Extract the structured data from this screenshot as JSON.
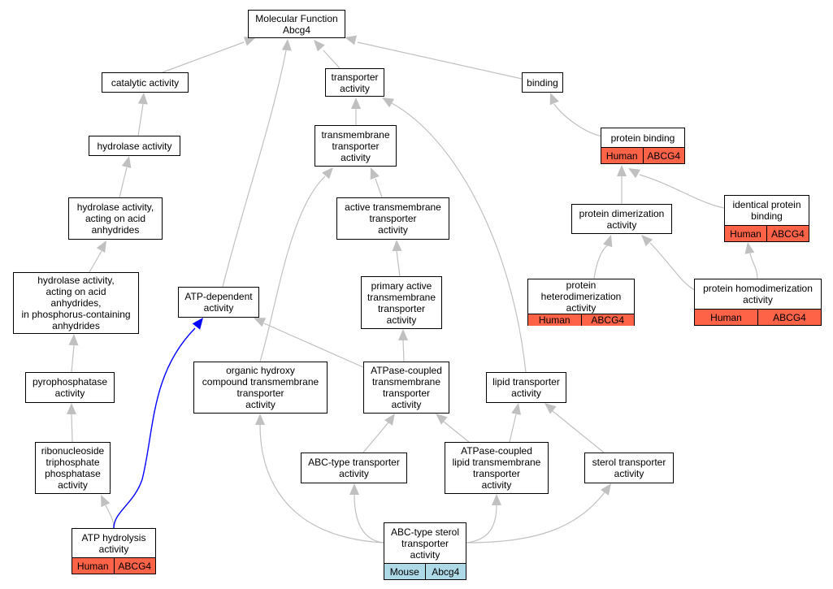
{
  "colors": {
    "edge": "#c0c0c0",
    "highlight_edge": "#0000ff",
    "human": "#ff6347",
    "mouse": "#add8e6"
  },
  "nodes": {
    "root": {
      "label": "Molecular Function\nAbcg4"
    },
    "catalytic": {
      "label": "catalytic activity"
    },
    "transporter": {
      "label": "transporter\nactivity"
    },
    "binding": {
      "label": "binding"
    },
    "hydrolase": {
      "label": "hydrolase activity"
    },
    "tm_transporter": {
      "label": "transmembrane\ntransporter\nactivity"
    },
    "protein_binding": {
      "label": "protein binding",
      "species": "Human",
      "gene": "ABCG4"
    },
    "hydrolase_acid": {
      "label": "hydrolase activity,\nacting on acid\nanhydrides"
    },
    "active_tm": {
      "label": "active transmembrane\ntransporter\nactivity"
    },
    "identical_binding": {
      "label": "identical protein\nbinding",
      "species": "Human",
      "gene": "ABCG4"
    },
    "dimerization": {
      "label": "protein dimerization\nactivity"
    },
    "hydrolase_phos": {
      "label": "hydrolase activity,\nacting on acid\nanhydrides,\nin phosphorus-containing\nanhydrides"
    },
    "primary_active": {
      "label": "primary active\ntransmembrane\ntransporter\nactivity"
    },
    "atp_dependent": {
      "label": "ATP-dependent\nactivity"
    },
    "heterodimer": {
      "label": "protein heterodimerization\nactivity",
      "species": "Human",
      "gene": "ABCG4"
    },
    "homodimer": {
      "label": "protein homodimerization\nactivity",
      "species": "Human",
      "gene": "ABCG4"
    },
    "pyrophosphatase": {
      "label": "pyrophosphatase\nactivity"
    },
    "organic_hydroxy": {
      "label": "organic hydroxy\ncompound transmembrane\ntransporter\nactivity"
    },
    "atpase_coupled": {
      "label": "ATPase-coupled\ntransmembrane\ntransporter\nactivity"
    },
    "lipid_transporter": {
      "label": "lipid transporter\nactivity"
    },
    "ribonucleoside": {
      "label": "ribonucleoside\ntriphosphate\nphosphatase\nactivity"
    },
    "abc_type": {
      "label": "ABC-type transporter\nactivity"
    },
    "atpase_lipid": {
      "label": "ATPase-coupled\nlipid transmembrane\ntransporter\nactivity"
    },
    "sterol_transporter": {
      "label": "sterol transporter\nactivity"
    },
    "atp_hydrolysis": {
      "label": "ATP hydrolysis\nactivity",
      "species": "Human",
      "gene": "ABCG4"
    },
    "abc_sterol": {
      "label": "ABC-type sterol\ntransporter\nactivity",
      "species": "Mouse",
      "gene": "Abcg4"
    }
  }
}
